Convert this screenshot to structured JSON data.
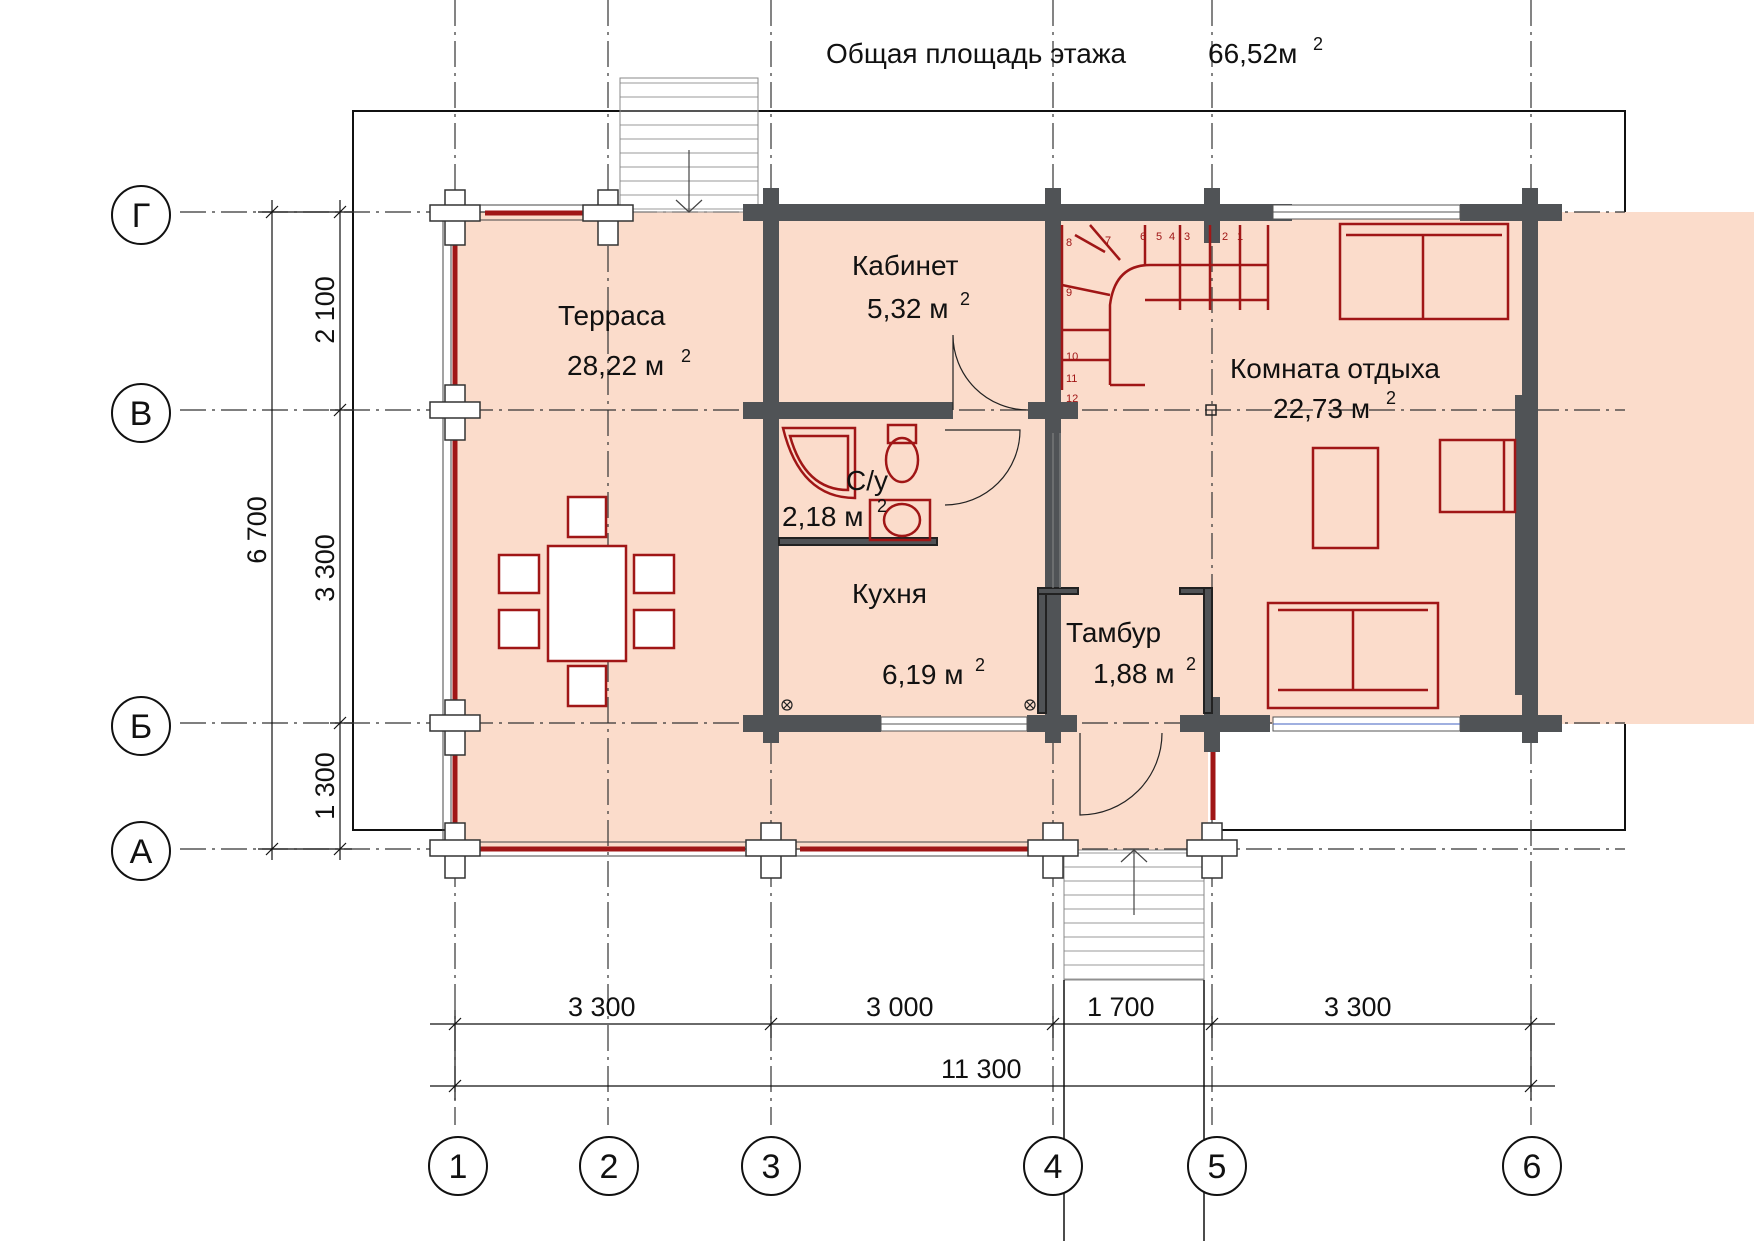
{
  "plan": {
    "title": "Общая площадь этажа",
    "total_area": "66,52м",
    "total_area_sup": "2",
    "colors": {
      "floor": "#fbdccb",
      "wall": "#505356",
      "accent": "#a01616",
      "line": "#111111"
    }
  },
  "axes": {
    "rows": [
      "Г",
      "В",
      "Б",
      "А"
    ],
    "cols": [
      "1",
      "2",
      "3",
      "4",
      "5",
      "6"
    ]
  },
  "rooms": {
    "terrace": {
      "name": "Терраса",
      "area": "28,22 м",
      "sup": "2"
    },
    "office": {
      "name": "Кабинет",
      "area": "5,32 м",
      "sup": "2"
    },
    "bathroom": {
      "name": "С/у",
      "area": "2,18 м",
      "sup": "2"
    },
    "kitchen": {
      "name": "Кухня",
      "area": "6,19 м",
      "sup": "2"
    },
    "vestibule": {
      "name": "Тамбур",
      "area": "1,88 м",
      "sup": "2"
    },
    "lounge": {
      "name": "Комната отдыха",
      "area": "22,73 м",
      "sup": "2"
    }
  },
  "dimensions": {
    "horizontal": [
      "3 300",
      "3 000",
      "1 700",
      "3 300"
    ],
    "total_horizontal": "11 300",
    "vertical": [
      "2 100",
      "3 300",
      "1 300"
    ],
    "total_vertical": "6 700"
  },
  "stair_numbers": [
    "1",
    "2",
    "3",
    "4",
    "5",
    "6",
    "7",
    "8",
    "9",
    "10",
    "11",
    "12"
  ]
}
